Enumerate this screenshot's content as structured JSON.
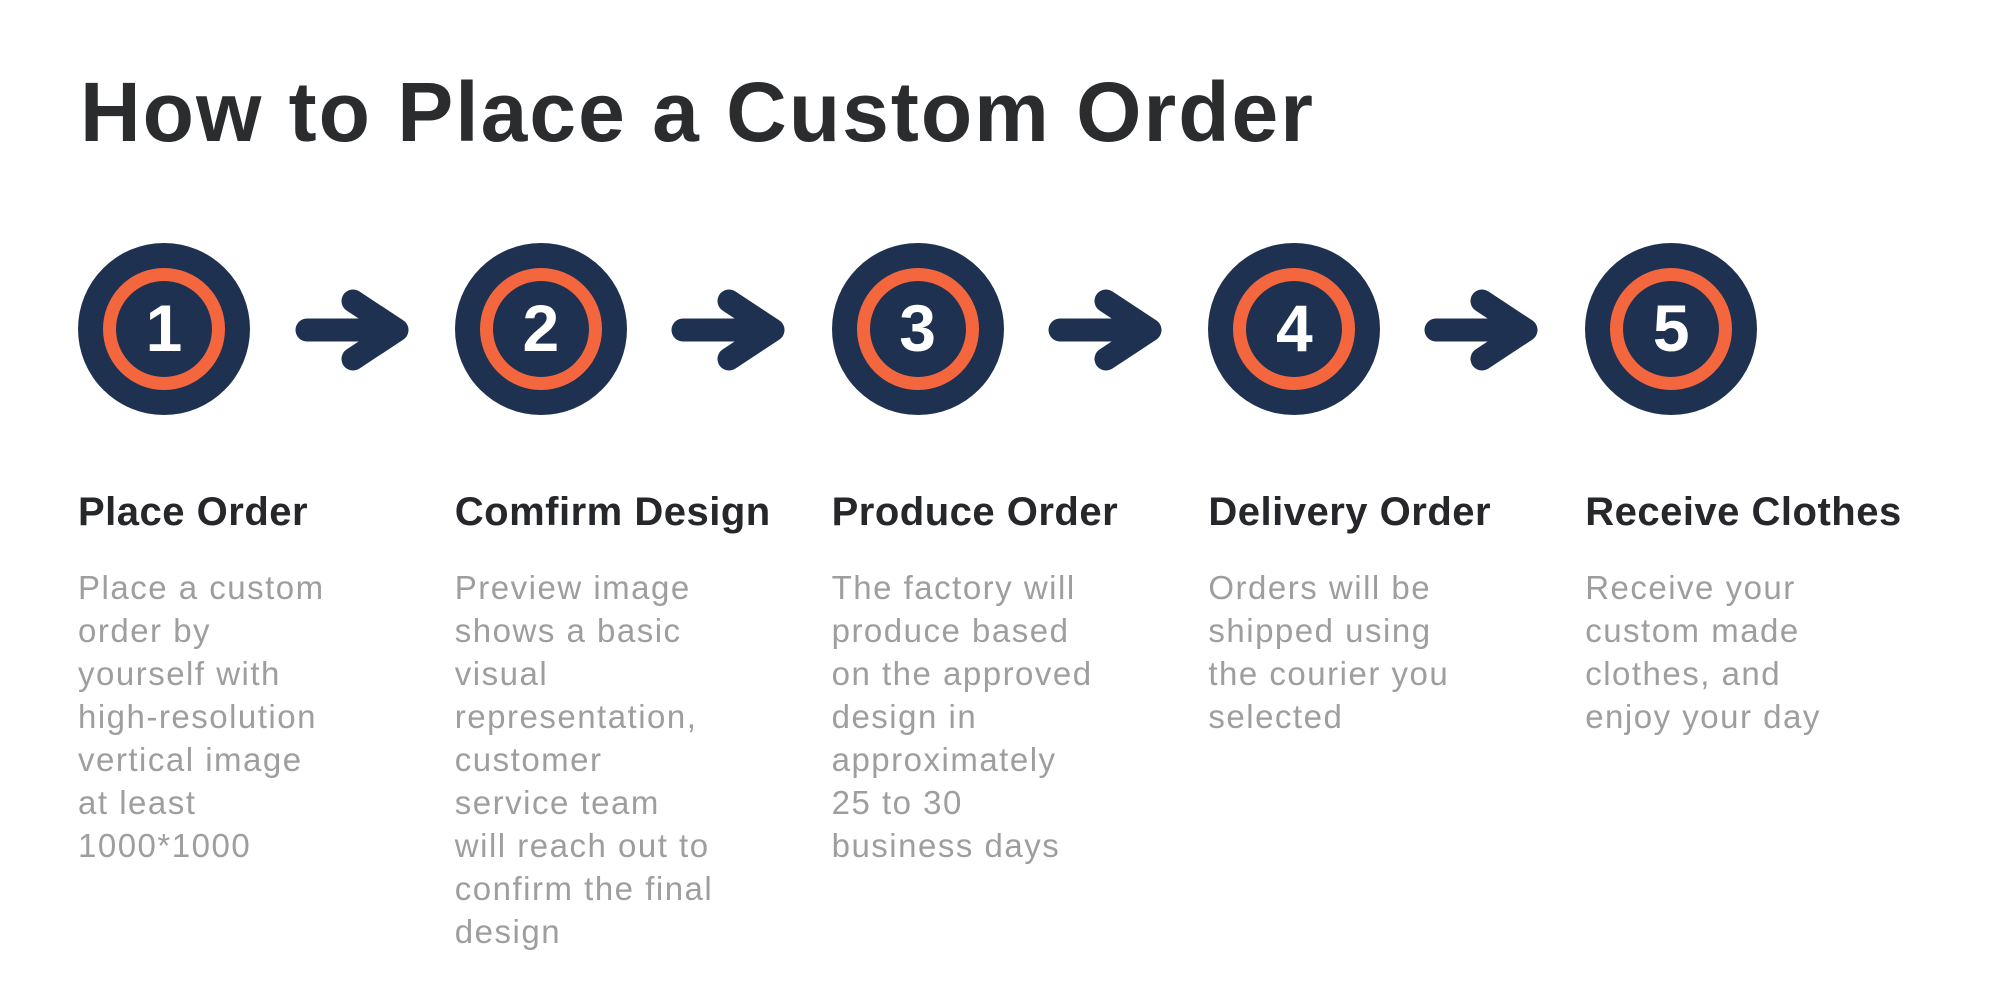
{
  "title": "How to Place a Custom Order",
  "colors": {
    "background": "#ffffff",
    "navy": "#1f3150",
    "orange": "#f4673e",
    "title_text": "#2b2c2e",
    "step_title_text": "#26272b",
    "description_text": "#9e9e9e",
    "number_text": "#ffffff"
  },
  "steps": [
    {
      "number": "1",
      "title": "Place Order",
      "description": "Place a custom\norder by\nyourself with\nhigh-resolution\nvertical image\nat least\n1000*1000"
    },
    {
      "number": "2",
      "title": "Comfirm Design",
      "description": "Preview image\nshows a basic\nvisual\nrepresentation,\ncustomer\nservice team\nwill reach out to\nconfirm the final\ndesign"
    },
    {
      "number": "3",
      "title": "Produce Order",
      "description": "The factory will\nproduce based\non the approved\ndesign in\napproximately\n25 to 30\nbusiness days"
    },
    {
      "number": "4",
      "title": "Delivery Order",
      "description": "Orders will be\nshipped using\nthe courier you\nselected"
    },
    {
      "number": "5",
      "title": "Receive Clothes",
      "description": "Receive your\ncustom made\nclothes, and\nenjoy your day"
    }
  ]
}
